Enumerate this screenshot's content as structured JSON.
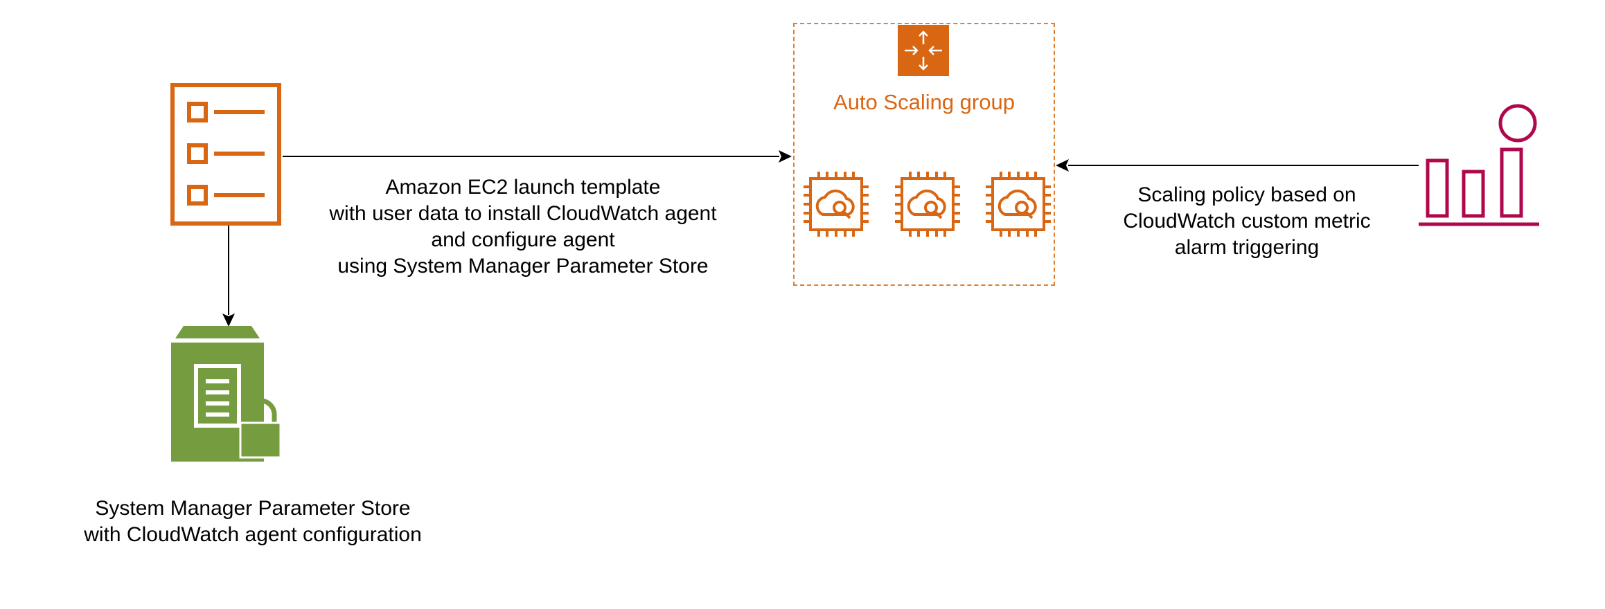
{
  "colors": {
    "ec2_orange": "#d86613",
    "ssm_green": "#759c3e",
    "cloudwatch_pink": "#b0084d",
    "arrow": "#000000"
  },
  "nodes": {
    "launch_template": {
      "icon": "launch-template-icon"
    },
    "parameter_store": {
      "icon": "parameter-store-icon",
      "label": [
        "System Manager Parameter Store",
        "with CloudWatch agent configuration"
      ]
    },
    "auto_scaling_group": {
      "icon": "auto-scaling-icon",
      "title": "Auto Scaling group",
      "instances": [
        {
          "icon": "ec2-instance-monitoring-icon"
        },
        {
          "icon": "ec2-instance-monitoring-icon"
        },
        {
          "icon": "ec2-instance-monitoring-icon"
        }
      ]
    },
    "cloudwatch_metric": {
      "icon": "cloudwatch-metric-icon"
    }
  },
  "edges": {
    "template_to_asg": {
      "label": [
        "Amazon EC2 launch template",
        "with user data to install CloudWatch agent",
        "and configure agent",
        "using System Manager Parameter Store"
      ]
    },
    "metric_to_asg": {
      "label": [
        "Scaling policy based on",
        "CloudWatch custom metric",
        "alarm triggering"
      ]
    },
    "template_to_parameter_store": {}
  }
}
